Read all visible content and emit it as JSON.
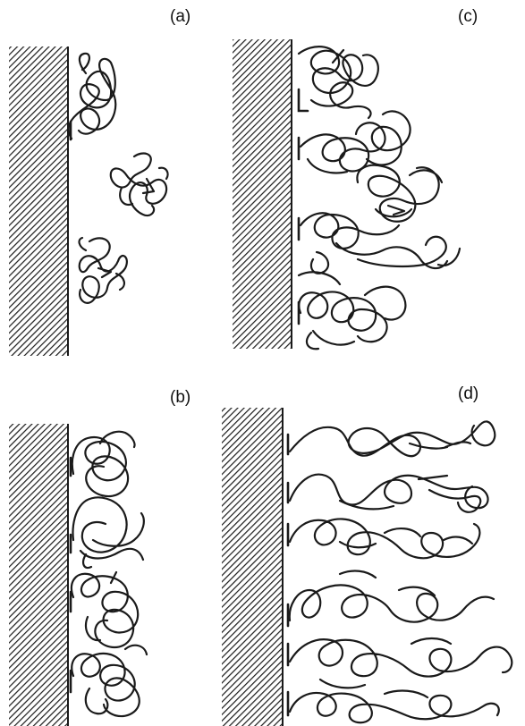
{
  "panels": [
    {
      "id": "a",
      "label": "(a)"
    },
    {
      "id": "b",
      "label": "(b)"
    },
    {
      "id": "c",
      "label": "(c)"
    },
    {
      "id": "d",
      "label": "(d)"
    }
  ],
  "colors": {
    "ink": "#1a1a1a",
    "background": "#ffffff"
  }
}
